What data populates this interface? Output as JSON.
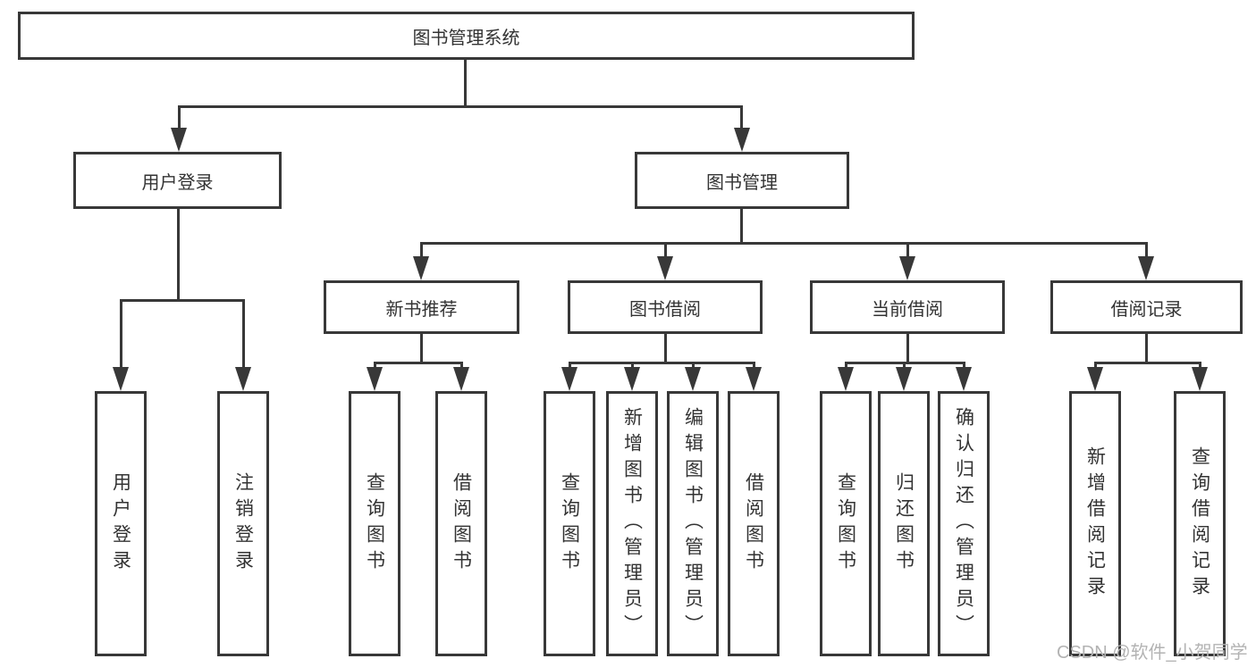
{
  "diagram": {
    "title": "图书管理系统",
    "colors": {
      "line": "#383838",
      "text": "#333333",
      "background": "#ffffff",
      "watermark": "#b3b3b3"
    },
    "tree": {
      "label": "图书管理系统",
      "children": [
        {
          "label": "用户登录",
          "children": [
            {
              "label": "用户登录"
            },
            {
              "label": "注销登录"
            }
          ]
        },
        {
          "label": "图书管理",
          "children": [
            {
              "label": "新书推荐",
              "children": [
                {
                  "label": "查询图书"
                },
                {
                  "label": "借阅图书"
                }
              ]
            },
            {
              "label": "图书借阅",
              "children": [
                {
                  "label": "查询图书"
                },
                {
                  "label": "新增图书（管理员）"
                },
                {
                  "label": "编辑图书（管理员）"
                },
                {
                  "label": "借阅图书"
                }
              ]
            },
            {
              "label": "当前借阅",
              "children": [
                {
                  "label": "查询图书"
                },
                {
                  "label": "归还图书"
                },
                {
                  "label": "确认归还（管理员）"
                }
              ]
            },
            {
              "label": "借阅记录",
              "children": [
                {
                  "label": "新增借阅记录"
                },
                {
                  "label": "查询借阅记录"
                }
              ]
            }
          ]
        }
      ]
    },
    "watermark": "CSDN @软件_小贺同学"
  }
}
